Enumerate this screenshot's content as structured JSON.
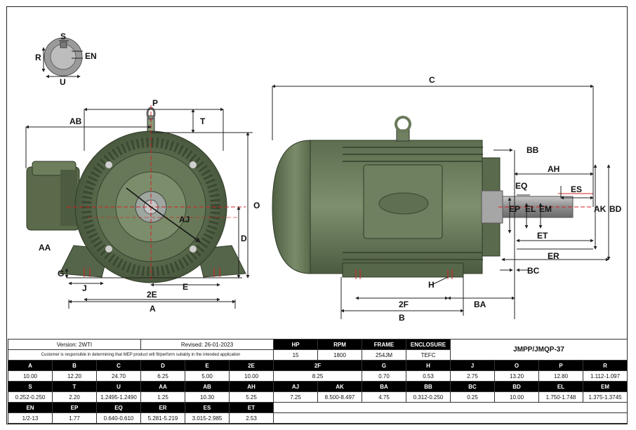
{
  "dimension_labels": {
    "s": "S",
    "r": "R",
    "en": "EN",
    "u": "U",
    "p": "P",
    "ab": "AB",
    "t": "T",
    "o": "O",
    "aj": "AJ",
    "aa": "AA",
    "d": "D",
    "g": "G",
    "j": "J",
    "e": "E",
    "two_e": "2E",
    "a": "A",
    "c": "C",
    "bb": "BB",
    "ah": "AH",
    "eq": "EQ",
    "es": "ES",
    "ep": "EP",
    "el": "EL",
    "em": "EM",
    "ak": "AK",
    "bd": "BD",
    "et": "ET",
    "er": "ER",
    "bc": "BC",
    "h": "H",
    "two_f": "2F",
    "ba": "BA",
    "b": "B"
  },
  "info": {
    "version": "Version: 2WTI",
    "revised": "Revised: 26-01-2023",
    "note": "Customer is responsible in determining that MEP product will fit/perform suitably in the intended application",
    "model": "JMPP/JMQP-37",
    "headers": [
      "HP",
      "RPM",
      "FRAME",
      "ENCLOSURE"
    ],
    "values": [
      "15",
      "1800",
      "254JM",
      "TEFC"
    ]
  },
  "spec_rows": [
    {
      "headers": [
        "A",
        "B",
        "C",
        "D",
        "E",
        "2E",
        "2F",
        "G",
        "H",
        "J",
        "O",
        "P",
        "R"
      ],
      "values": [
        "10.00",
        "12.20",
        "24.70",
        "6.25",
        "5.00",
        "10.00",
        "8.25",
        "0.70",
        "0.53",
        "2.75",
        "13.20",
        "12.80",
        "1.112-1.097"
      ]
    },
    {
      "headers": [
        "S",
        "T",
        "U",
        "AA",
        "AB",
        "AH",
        "AJ",
        "AK",
        "BA",
        "BB",
        "BC",
        "BD",
        "EL",
        "EM"
      ],
      "values": [
        "0.252-0.250",
        "2.20",
        "1.2495-1.2490",
        "1.25",
        "10.30",
        "5.25",
        "7.25",
        "8.500-8.497",
        "4.75",
        "0.312-0.250",
        "0.25",
        "10.00",
        "1.750-1.748",
        "1.375-1.3745"
      ]
    },
    {
      "headers": [
        "EN",
        "EP",
        "EQ",
        "ER",
        "ES",
        "ET"
      ],
      "values": [
        "1/2-13",
        "1.77",
        "0.640-0.610",
        "5.281-5.219",
        "3.015-2.985",
        "2.53"
      ]
    }
  ],
  "colors": {
    "motor": "#6b7c5c",
    "motor_dark": "#4a5a3e",
    "motor_light": "#8a9a78",
    "center_line": "#d42020"
  }
}
